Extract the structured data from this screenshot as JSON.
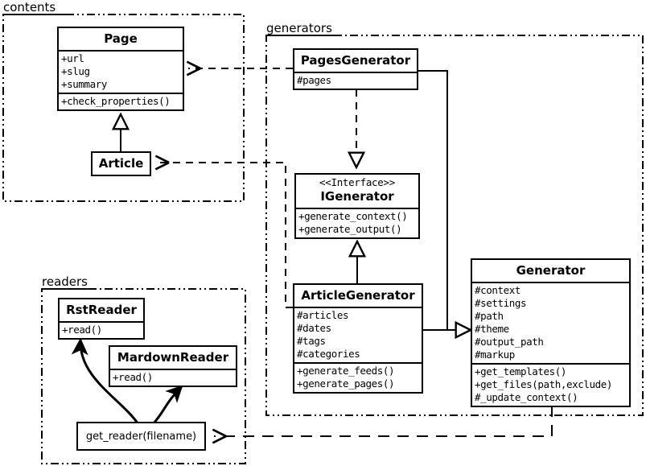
{
  "diagram": {
    "kind": "uml-class-diagram",
    "stroke_color": "#000000",
    "background": "#ffffff"
  },
  "packages": [
    {
      "id": "contents",
      "label": "contents"
    },
    {
      "id": "generators",
      "label": "generators"
    },
    {
      "id": "readers",
      "label": "readers"
    }
  ],
  "classes": {
    "page": {
      "name": "Page",
      "attributes": [
        "+url",
        "+slug",
        "+summary"
      ],
      "methods": [
        "+check_properties()"
      ]
    },
    "article": {
      "name": "Article",
      "attributes": [],
      "methods": []
    },
    "pages_generator": {
      "name": "PagesGenerator",
      "attributes": [
        "#pages"
      ],
      "methods": []
    },
    "igenerator": {
      "stereotype": "<<Interface>>",
      "name": "IGenerator",
      "attributes": [],
      "methods": [
        "+generate_context()",
        "+generate_output()"
      ]
    },
    "article_generator": {
      "name": "ArticleGenerator",
      "attributes": [
        "#articles",
        "#dates",
        "#tags",
        "#categories"
      ],
      "methods": [
        "+generate_feeds()",
        "+generate_pages()"
      ]
    },
    "generator": {
      "name": "Generator",
      "attributes": [
        "#context",
        "#settings",
        "#path",
        "#theme",
        "#output_path",
        "#markup"
      ],
      "methods": [
        "+get_templates()",
        "+get_files(path,exclude)",
        "#_update_context()"
      ]
    },
    "rst_reader": {
      "name": "RstReader",
      "attributes": [],
      "methods": [
        "+read()"
      ]
    },
    "mardown_reader": {
      "name": "MardownReader",
      "attributes": [],
      "methods": [
        "+read()"
      ]
    },
    "get_reader": {
      "name": "get_reader(filename)"
    }
  },
  "relations": [
    {
      "id": "article-extends-page",
      "type": "generalization",
      "from": "Article",
      "to": "Page"
    },
    {
      "id": "pagesgenerator-realizes-igenerator",
      "type": "realization",
      "from": "PagesGenerator",
      "to": "IGenerator"
    },
    {
      "id": "articlegenerator-extends-igenerator",
      "type": "generalization",
      "from": "ArticleGenerator",
      "to": "IGenerator"
    },
    {
      "id": "pagesgenerator-extends-generator",
      "type": "generalization",
      "from": "PagesGenerator",
      "to": "Generator"
    },
    {
      "id": "articlegenerator-extends-generator",
      "type": "generalization",
      "from": "ArticleGenerator",
      "to": "Generator"
    },
    {
      "id": "pagesgenerator-uses-page",
      "type": "dependency",
      "from": "PagesGenerator",
      "to": "Page"
    },
    {
      "id": "articlegenerator-uses-article",
      "type": "dependency",
      "from": "ArticleGenerator",
      "to": "Article"
    },
    {
      "id": "generator-uses-get-reader",
      "type": "dependency",
      "from": "Generator",
      "to": "get_reader(filename)"
    },
    {
      "id": "get-reader-creates-rstreader",
      "type": "creates",
      "from": "get_reader(filename)",
      "to": "RstReader"
    },
    {
      "id": "get-reader-creates-mardownreader",
      "type": "creates",
      "from": "get_reader(filename)",
      "to": "MardownReader"
    }
  ]
}
